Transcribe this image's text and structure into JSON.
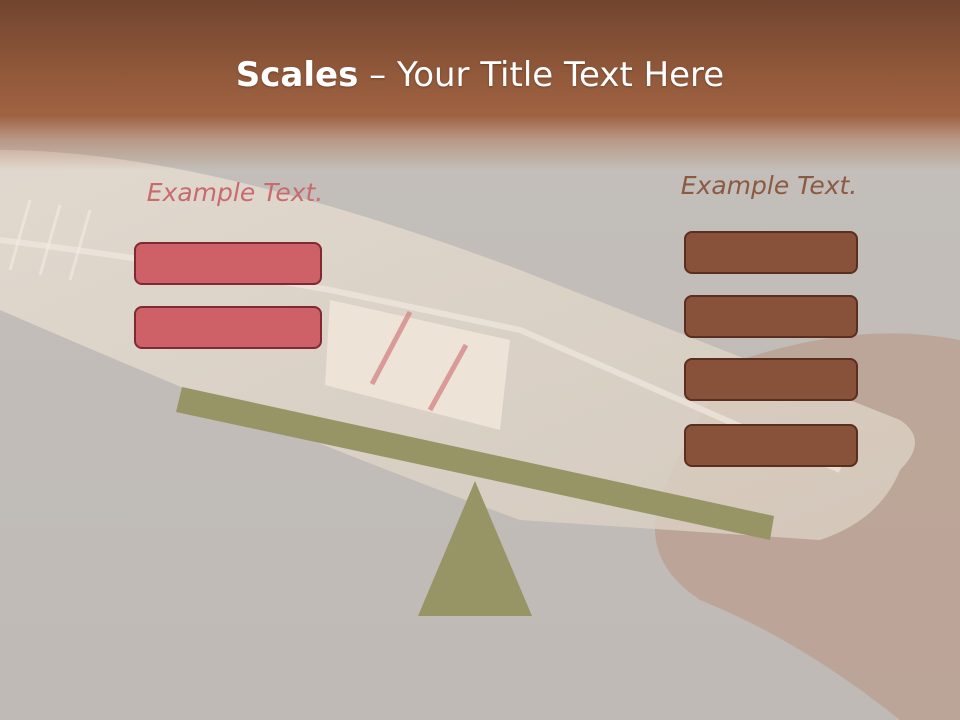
{
  "title": {
    "bold": "Scales",
    "rest": " – Your Title Text Here"
  },
  "left": {
    "label": "Example Text.",
    "boxes": [
      "",
      ""
    ]
  },
  "right": {
    "label": "Example Text.",
    "boxes": [
      "",
      "",
      "",
      ""
    ]
  },
  "colors": {
    "title_band": "#8f5739",
    "left_box": "#cd6167",
    "right_box": "#88513a",
    "beam": "#979566",
    "fulcrum": "#979566"
  }
}
